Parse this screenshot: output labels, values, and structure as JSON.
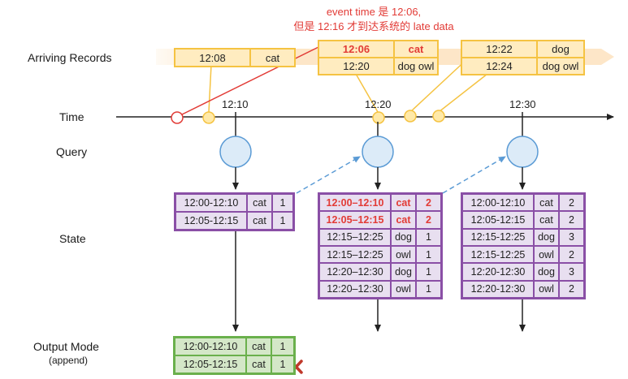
{
  "labels": {
    "arriving_records": "Arriving Records",
    "time": "Time",
    "query": "Query",
    "state": "State",
    "output_mode": "Output Mode",
    "output_mode_sub": "(append)"
  },
  "note": {
    "line1": "event time 是 12:06,",
    "line2": "但是 12:16 才到达系统的 late data"
  },
  "ticks": [
    "12:10",
    "12:20",
    "12:30"
  ],
  "records": {
    "r1": [
      [
        "12:08",
        "cat"
      ]
    ],
    "r2": [
      [
        "12:06",
        "cat"
      ],
      [
        "12:20",
        "dog owl"
      ]
    ],
    "r3": [
      [
        "12:22",
        "dog"
      ],
      [
        "12:24",
        "dog owl"
      ]
    ]
  },
  "state_tables": {
    "t1": [
      [
        "12:00-12:10",
        "cat",
        "1"
      ],
      [
        "12:05-12:15",
        "cat",
        "1"
      ]
    ],
    "t2": [
      [
        "12:00–12:10",
        "cat",
        "2"
      ],
      [
        "12:05–12:15",
        "cat",
        "2"
      ],
      [
        "12:15–12:25",
        "dog",
        "1"
      ],
      [
        "12:15–12:25",
        "owl",
        "1"
      ],
      [
        "12:20–12:30",
        "dog",
        "1"
      ],
      [
        "12:20–12:30",
        "owl",
        "1"
      ]
    ],
    "t3": [
      [
        "12:00-12:10",
        "cat",
        "2"
      ],
      [
        "12:05-12:15",
        "cat",
        "2"
      ],
      [
        "12:15-12:25",
        "dog",
        "3"
      ],
      [
        "12:15-12:25",
        "owl",
        "2"
      ],
      [
        "12:20-12:30",
        "dog",
        "3"
      ],
      [
        "12:20-12:30",
        "owl",
        "2"
      ]
    ]
  },
  "output_table": [
    [
      "12:00-12:10",
      "cat",
      "1"
    ],
    [
      "12:05-12:15",
      "cat",
      "1"
    ]
  ],
  "colors": {
    "record_fill": "#ffecc0",
    "record_border": "#f5c342",
    "state_border": "#8a4fa6",
    "output_border": "#6ab04c",
    "query_circle": "#5b9bd5",
    "late_data": "#e23b36"
  }
}
